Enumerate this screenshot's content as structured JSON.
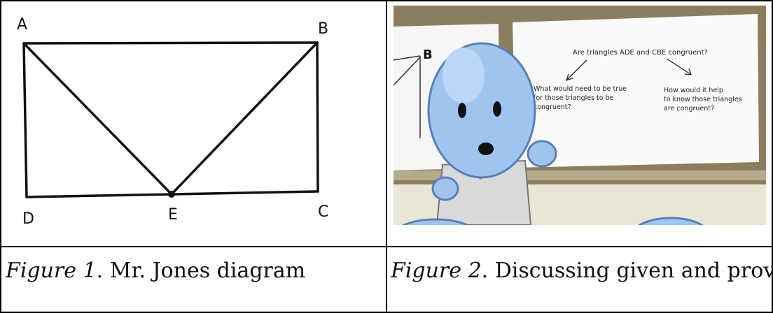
{
  "figure1": {
    "points": {
      "A": "A",
      "B": "B",
      "C": "C",
      "D": "D",
      "E": "E"
    }
  },
  "figure2": {
    "board_point": "B",
    "question_main": "Are triangles ADE and CBE congruent?",
    "question_left_lines": [
      "What would need to be true",
      "for those triangles to be",
      "congruent?"
    ],
    "question_right_lines": [
      "How would it help",
      "to know those triangles",
      "are congruent?"
    ]
  },
  "captions": [
    {
      "figure": "Figure 1",
      "text": " Mr. Jones diagram"
    },
    {
      "figure": "Figure 2",
      "text": " Discussing given and prove"
    }
  ]
}
